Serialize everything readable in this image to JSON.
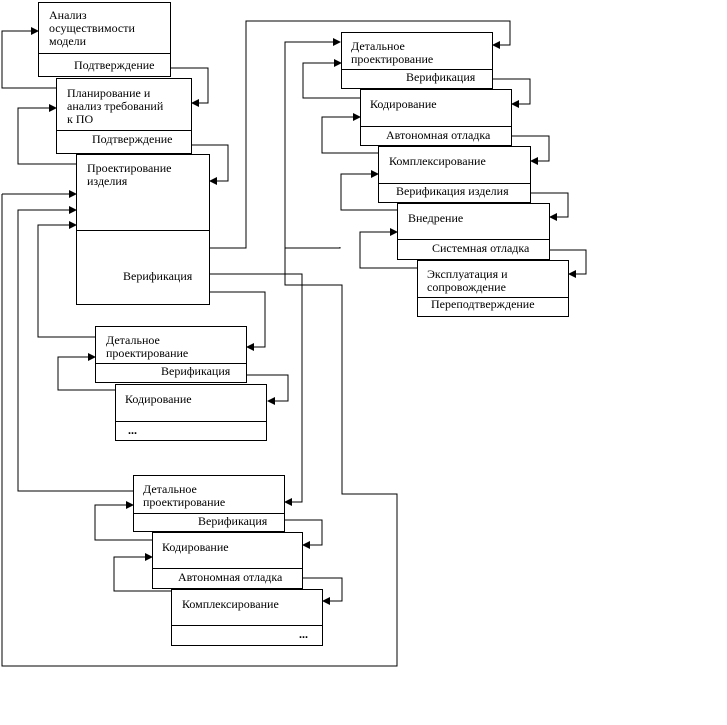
{
  "boxes": {
    "feasibility": {
      "title": "Анализ\nосуществимости\nмодели",
      "sub": "Подтверждение"
    },
    "planning": {
      "title": "Планирование и\nанализ требований\nк ПО",
      "sub": "Подтверждение"
    },
    "design": {
      "title": "Проектирование\nизделия",
      "sub": "Верификация"
    },
    "detail_a": {
      "title": "Детальное\nпроектирование",
      "sub": "Верификация"
    },
    "coding_a": {
      "title": "Кодирование",
      "sub": "..."
    },
    "detail_b": {
      "title": "Детальное\nпроектирование",
      "sub": "Верификация"
    },
    "coding_b": {
      "title": "Кодирование",
      "sub": "Автономная отладка"
    },
    "integration_b": {
      "title": "Комплексирование",
      "sub": "..."
    },
    "detail_r": {
      "title": "Детальное\nпроектирование",
      "sub": "Верификация"
    },
    "coding_r": {
      "title": "Кодирование",
      "sub": "Автономная отладка"
    },
    "integration_r": {
      "title": "Комплексирование",
      "sub": "Верификация изделия"
    },
    "deploy_r": {
      "title": "Внедрение",
      "sub": "Системная отладка"
    },
    "operation_r": {
      "title": "Эксплуатация и\nсопровождение",
      "sub": "Переподтверждение"
    }
  }
}
